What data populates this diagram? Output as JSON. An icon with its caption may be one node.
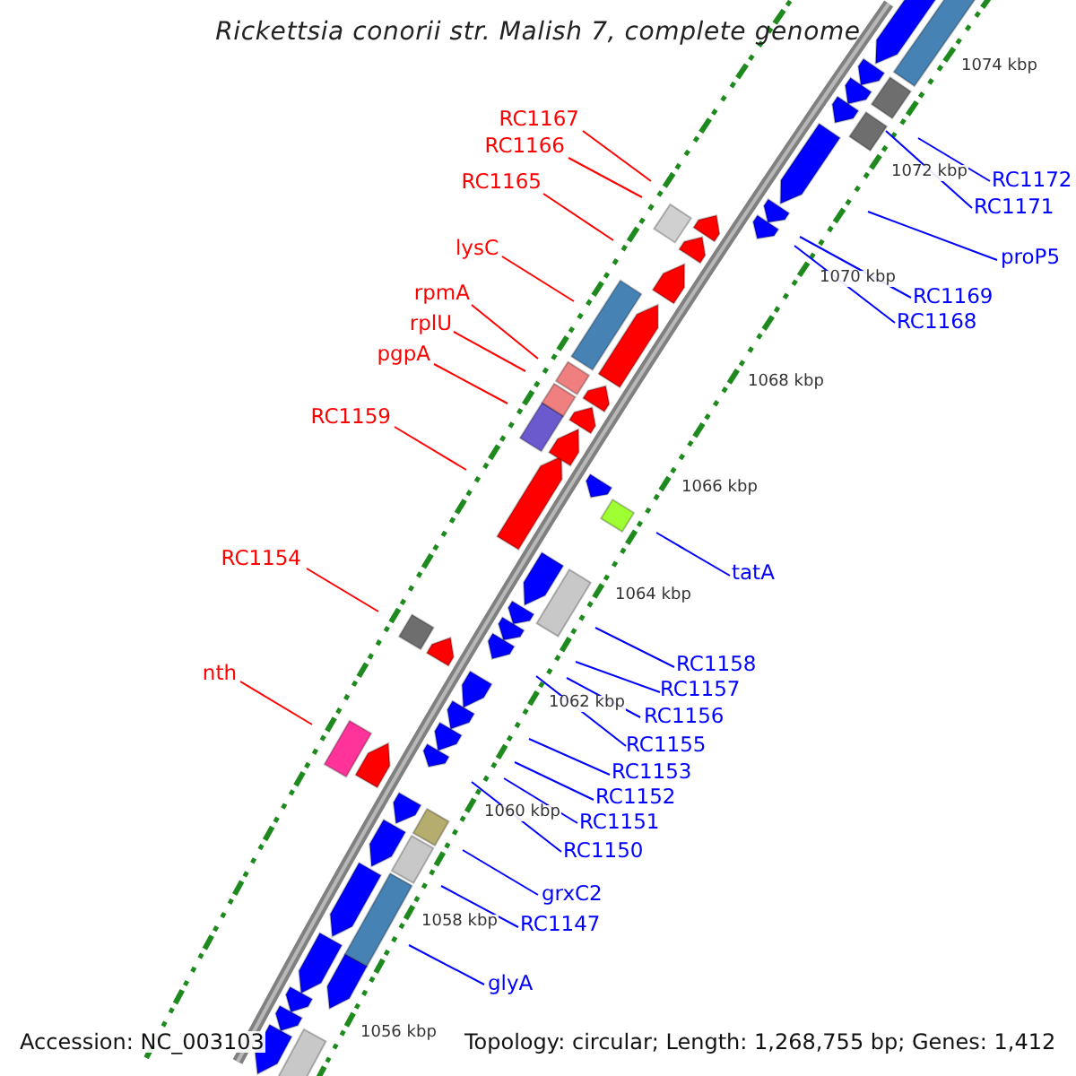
{
  "diagram": {
    "title": "Rickettsia conorii str. Malish 7, complete genome",
    "nodes": [
      {
        "text": [
          "RC1167"
        ]
      },
      {
        "text": [
          "RC1166"
        ]
      },
      {
        "text": [
          "RC1172"
        ]
      },
      {
        "text": [
          "RC1165"
        ]
      },
      {
        "text": [
          "RC1171"
        ]
      },
      {
        "text": [
          "lysC"
        ]
      },
      {
        "text": [
          "proP5"
        ]
      },
      {
        "text": [
          "rpmA"
        ]
      },
      {
        "text": [
          "RC1169"
        ]
      },
      {
        "text": [
          "RC1168"
        ]
      },
      {
        "text": [
          "rplU"
        ]
      },
      {
        "text": [
          "pgpA"
        ]
      },
      {
        "text": [
          "RC1159"
        ]
      },
      {
        "text": [
          "RC1154"
        ]
      },
      {
        "text": [
          "tatA"
        ]
      },
      {
        "text": [
          "RC1158"
        ]
      },
      {
        "text": [
          "nth"
        ]
      },
      {
        "text": [
          "RC1157"
        ]
      },
      {
        "text": [
          "RC1156"
        ]
      },
      {
        "text": [
          "RC1155"
        ]
      },
      {
        "text": [
          "RC1153"
        ]
      },
      {
        "text": [
          "RC1152"
        ]
      },
      {
        "text": [
          "RC1151"
        ]
      },
      {
        "text": [
          "RC1150"
        ]
      },
      {
        "text": [
          "grxC2"
        ]
      },
      {
        "text": [
          "RC1147"
        ]
      },
      {
        "text": [
          "glyA"
        ]
      }
    ],
    "edges": [
      {
        "from": 0,
        "to": null,
        "arrow": "none",
        "color": "#ff0000"
      },
      {
        "from": 1,
        "to": null,
        "arrow": "none",
        "color": "#ff0000"
      },
      {
        "from": 2,
        "to": null,
        "arrow": "none"
      },
      {
        "from": 3,
        "to": null,
        "arrow": "none",
        "color": "#ff0000"
      },
      {
        "from": 4,
        "to": null,
        "arrow": "none"
      },
      {
        "from": 5,
        "to": null,
        "arrow": "none",
        "color": "#ff0000"
      },
      {
        "from": 6,
        "to": null,
        "arrow": "none"
      },
      {
        "from": 7,
        "to": null,
        "arrow": "none",
        "color": "#ff0000"
      },
      {
        "from": 8,
        "to": null,
        "arrow": "none"
      },
      {
        "from": 9,
        "to": null,
        "arrow": "none"
      },
      {
        "from": 10,
        "to": null,
        "arrow": "none",
        "color": "#ff0000"
      },
      {
        "from": 11,
        "to": null,
        "arrow": "none",
        "color": "#ff0000"
      },
      {
        "from": 12,
        "to": null,
        "arrow": "none",
        "color": "#ff0000"
      },
      {
        "from": 13,
        "to": null,
        "arrow": "none",
        "color": "#ff0000"
      },
      {
        "from": 14,
        "to": null,
        "arrow": "none"
      },
      {
        "from": 15,
        "to": null,
        "arrow": "none"
      },
      {
        "from": 16,
        "to": null,
        "arrow": "none",
        "color": "#ff0000"
      },
      {
        "from": 17,
        "to": null,
        "arrow": "none"
      },
      {
        "from": 18,
        "to": null,
        "arrow": "none"
      },
      {
        "from": 19,
        "to": null,
        "arrow": "none"
      },
      {
        "from": 20,
        "to": null,
        "arrow": "none"
      },
      {
        "from": 21,
        "to": null,
        "arrow": "none"
      },
      {
        "from": 22,
        "to": null,
        "arrow": "none"
      },
      {
        "from": 23,
        "to": null,
        "arrow": "none"
      },
      {
        "from": 24,
        "to": null,
        "arrow": "none"
      },
      {
        "from": 25,
        "to": null,
        "arrow": "none"
      },
      {
        "from": 26,
        "to": null,
        "arrow": "none"
      }
    ],
    "labels": [
      "1074 kbp",
      "1072 kbp",
      "1070 kbp",
      "1068 kbp",
      "1066 kbp",
      "1064 kbp",
      "1062 kbp",
      "1060 kbp",
      "1058 kbp",
      "1056 kbp",
      "Accession: NC_003103",
      "Topology: circular; Length: 1,268,755 bp; Genes: 1,412"
    ]
  }
}
